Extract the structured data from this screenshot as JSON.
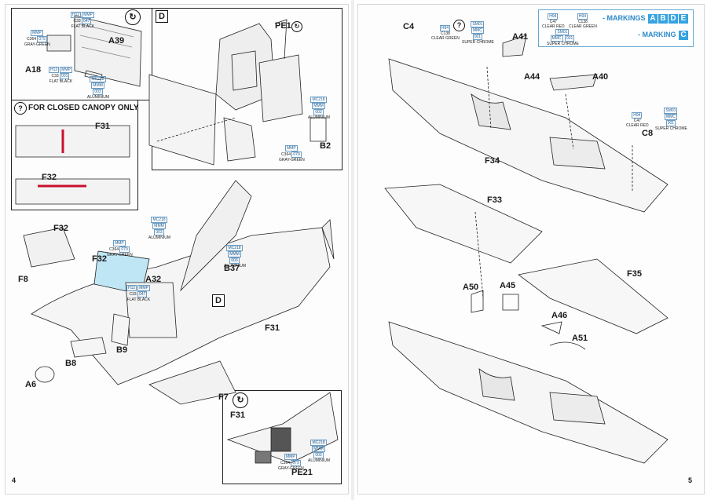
{
  "pages": {
    "left_number": "4",
    "right_number": "5"
  },
  "step_markers": {
    "d_letter": "D",
    "d_letter_fuselage": "D",
    "rotate_symbol": "↻",
    "optional_symbol": "?"
  },
  "closed_canopy": {
    "title": "FOR CLOSED CANOPY ONLY"
  },
  "markings_box": {
    "row1_label": "- MARKINGS",
    "row1_letters": [
      "A",
      "B",
      "D",
      "E"
    ],
    "row2_label": "- MARKING",
    "row2_letters": [
      "C"
    ],
    "paint1": {
      "codes": [
        "H94",
        "C47"
      ],
      "name": "CLEAR RED"
    },
    "paint2": {
      "codes": [
        "H94",
        "C138"
      ],
      "name": "CLEAR GREEN"
    },
    "paint3": {
      "codes": [
        "SM01",
        "MMC",
        "001"
      ],
      "name": "SUPER CHROME"
    }
  },
  "part_labels": {
    "A39": "A39",
    "A18": "A18",
    "PE1": "PE1",
    "B2": "B2",
    "F31_canopy": "F31",
    "F32_canopy": "F32",
    "F32_side": "F32",
    "F32_frame": "F32",
    "F8": "F8",
    "A32": "A32",
    "B37": "B37",
    "F31_fuselage": "F31",
    "B9": "B9",
    "B8": "B8",
    "A6": "A6",
    "F7": "F7",
    "F31_detail": "F31",
    "PE21": "PE21",
    "C4": "C4",
    "A41": "A41",
    "A44": "A44",
    "A40": "A40",
    "C8": "C8",
    "F34": "F34",
    "F33": "F33",
    "F35": "F35",
    "A50": "A50",
    "A45": "A45",
    "A46": "A46",
    "A51": "A51"
  },
  "paint_callouts": {
    "gray_green_a": {
      "codes": [
        "MMP",
        "C364",
        "079"
      ],
      "name": "GRAY-GREEN"
    },
    "flat_black_a": {
      "codes": [
        "H12",
        "MMP",
        "C33",
        "047"
      ],
      "name": "FLAT BLACK"
    },
    "flat_black_b": {
      "codes": [
        "H12",
        "MMP",
        "C33",
        "001"
      ],
      "name": "FLAT BLACK"
    },
    "aluminium_a": {
      "codes": [
        "MC218",
        "MMM",
        "003"
      ],
      "name": "ALUMINIUM"
    },
    "aluminium_b": {
      "codes": [
        "MC218",
        "MMM",
        "003"
      ],
      "name": "ALUMINIUM"
    },
    "gray_green_b": {
      "codes": [
        "MMP",
        "C364",
        "079"
      ],
      "name": "GRAY-GREEN"
    },
    "aluminium_c": {
      "codes": [
        "MC218",
        "MMM",
        "003"
      ],
      "name": "ALUMINIUM"
    },
    "gray_green_c": {
      "codes": [
        "MMP",
        "C364",
        "079"
      ],
      "name": "GRAY-GREEN"
    },
    "aluminium_d": {
      "codes": [
        "MC218",
        "MMM",
        "003"
      ],
      "name": "ALUMINIUM"
    },
    "flat_black_c": {
      "codes": [
        "H12",
        "MMP",
        "C33",
        "047"
      ],
      "name": "FLAT BLACK"
    },
    "aluminium_e": {
      "codes": [
        "MC218",
        "MMM",
        "003"
      ],
      "name": "ALUMINIUM"
    },
    "gray_green_d": {
      "codes": [
        "MMP",
        "C364",
        "079"
      ],
      "name": "GRAY-GREEN"
    },
    "clear_green": {
      "codes": [
        "H94",
        "C138"
      ],
      "name": "CLEAR GREEN"
    },
    "super_chrome_a": {
      "codes": [
        "SM01",
        "MMC",
        "001"
      ],
      "name": "SUPER CHROME"
    },
    "clear_red": {
      "codes": [
        "H94",
        "C47"
      ],
      "name": "CLEAR RED"
    },
    "super_chrome_b": {
      "codes": [
        "SM01",
        "MMC",
        "001"
      ],
      "name": "SUPER CHROME"
    }
  }
}
